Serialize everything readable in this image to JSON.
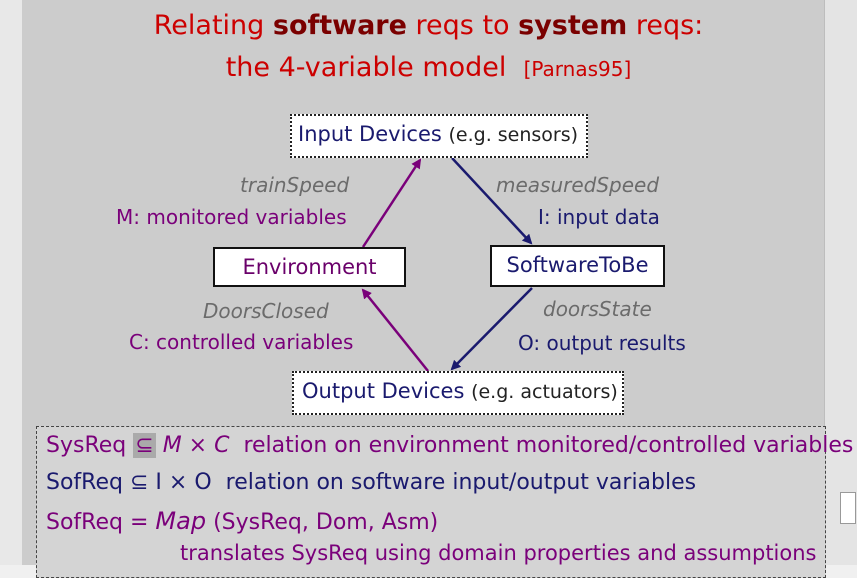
{
  "title": {
    "line1_prefix": "Relating ",
    "line1_bold1": "software",
    "line1_mid": " reqs to ",
    "line1_bold2": "system",
    "line1_suffix": " reqs:",
    "line2_main": "the 4-variable model",
    "line2_cite": "[Parnas95]"
  },
  "boxes": {
    "input_main": "Input Devices",
    "input_note": "(e.g. sensors)",
    "environment": "Environment",
    "software": "SoftwareToBe",
    "output_main": "Output Devices",
    "output_note": "(e.g. actuators)"
  },
  "labels": {
    "train_speed": "trainSpeed",
    "monitored": "M: monitored variables",
    "measured_speed": "measuredSpeed",
    "input_data": "I: input data",
    "doors_closed": "DoorsClosed",
    "controlled": "C: controlled variables",
    "doors_state": "doorsState",
    "output_results": "O: output results"
  },
  "requirements": {
    "sysreq": "SysReq",
    "subset": "⊆",
    "m_times_c": "M × C",
    "sysreq_desc": "relation on environment monitored/controlled variables",
    "sofreq": "SofReq",
    "i_times_o": "I × O",
    "sofreq_desc": "relation on software input/output variables",
    "sofreq2": "SofReq",
    "equals": "=",
    "map": "Map",
    "map_args": "(SysReq, Dom, Asm)",
    "translates": "translates SysReq using domain properties and assumptions"
  },
  "colors": {
    "title": "#cc0000",
    "purple": "#7a007a",
    "navy": "#1a1a6e",
    "slide_bg": "#cccccc"
  }
}
